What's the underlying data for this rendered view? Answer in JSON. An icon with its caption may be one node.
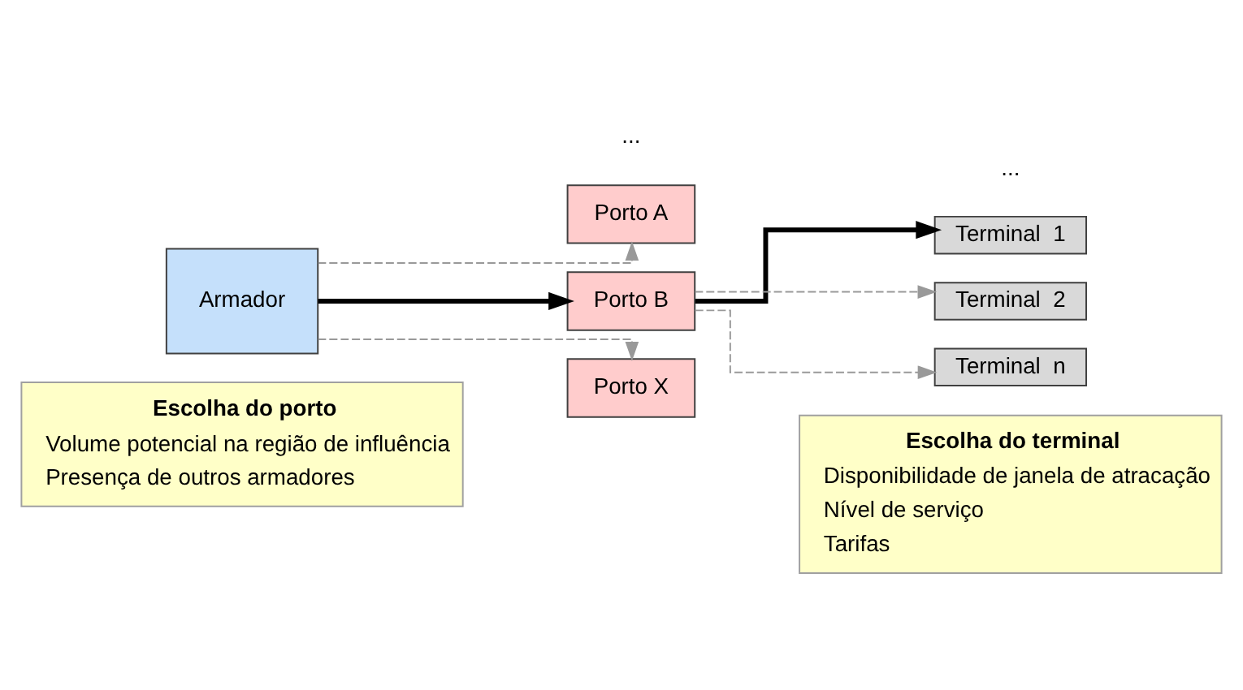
{
  "diagram": {
    "nodes": [
      {
        "text": [
          "Escolha do porto",
          "Volume potencial na região de influência",
          "Presença de outros armadores"
        ]
      },
      {
        "text": [
          "Escolha do terminal",
          "Disponibilidade de janela de atracação",
          "Nível de serviço",
          "Tarifas"
        ]
      },
      {
        "text": [
          "Armador"
        ]
      },
      {
        "text": [
          "Porto A"
        ]
      },
      {
        "text": [
          "Porto B"
        ]
      },
      {
        "text": [
          "Porto X"
        ]
      },
      {
        "text": [
          "Terminal  1"
        ]
      },
      {
        "text": [
          "Terminal  2"
        ]
      },
      {
        "text": [
          "Terminal  n"
        ]
      }
    ],
    "edges": [
      {
        "from": 2,
        "to": 3,
        "arrow": "to",
        "style": "dashed"
      },
      {
        "from": 2,
        "to": 4,
        "arrow": "to",
        "style": "thick",
        "color": "#000000"
      },
      {
        "from": 2,
        "to": 5,
        "arrow": "to",
        "style": "dashed"
      },
      {
        "from": 4,
        "to": 6,
        "arrow": "to",
        "style": "thick",
        "color": "#000000"
      },
      {
        "from": 4,
        "to": 7,
        "arrow": "to",
        "style": "dashed"
      },
      {
        "from": 4,
        "to": 8,
        "arrow": "to",
        "style": "dashed"
      }
    ],
    "labels": [
      "...",
      "..."
    ]
  }
}
